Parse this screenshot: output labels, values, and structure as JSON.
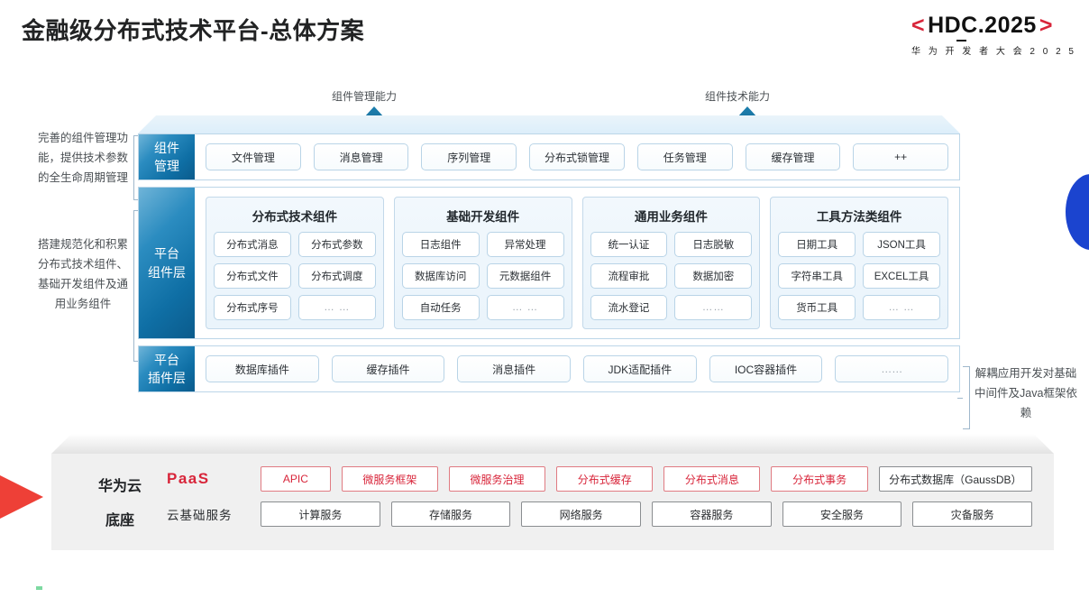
{
  "header": {
    "title": "金融级分布式技术平台-总体方案",
    "logo_bracket_left": "<",
    "logo_bracket_right": ">",
    "logo_main": "HDC.2025",
    "logo_sub": "华 为 开 发 者 大 会 2 0 2 5",
    "brand_red": "#d8253a"
  },
  "arrows": [
    {
      "label": "组件管理能力"
    },
    {
      "label": "组件技术能力"
    }
  ],
  "side_notes": {
    "left_top": "完善的组件管理功能，提供技术参数的全生命周期管理",
    "left_bottom": "搭建规范化和积累分布式技术组件、基础开发组件及通用业务组件",
    "right": "解耦应用开发对基础中间件及Java框架依赖"
  },
  "layers": [
    {
      "name": "component-management",
      "head_line1": "组件",
      "head_line2": "管理",
      "items": [
        "文件管理",
        "消息管理",
        "序列管理",
        "分布式锁管理",
        "任务管理",
        "缓存管理",
        "++"
      ]
    },
    {
      "name": "platform-plugin",
      "head_line1": "平台",
      "head_line2": "插件层",
      "items": [
        "数据库插件",
        "缓存插件",
        "消息插件",
        "JDK适配插件",
        "IOC容器插件",
        "……"
      ]
    }
  ],
  "component_layer": {
    "head_line1": "平台",
    "head_line2": "组件层",
    "groups": [
      {
        "title": "分布式技术组件",
        "cells": [
          "分布式消息",
          "分布式参数",
          "分布式文件",
          "分布式调度",
          "分布式序号",
          "… …"
        ]
      },
      {
        "title": "基础开发组件",
        "cells": [
          "日志组件",
          "异常处理",
          "数据库访问",
          "元数据组件",
          "自动任务",
          "… …"
        ]
      },
      {
        "title": "通用业务组件",
        "cells": [
          "统一认证",
          "日志脱敏",
          "流程审批",
          "数据加密",
          "流水登记",
          "……"
        ]
      },
      {
        "title": "工具方法类组件",
        "cells": [
          "日期工具",
          "JSON工具",
          "字符串工具",
          "EXCEL工具",
          "货币工具",
          "… …"
        ]
      }
    ]
  },
  "foundation": {
    "title_line1": "华为云",
    "title_line2": "底座",
    "paas_label": "PaaS",
    "cloud_label": "云基础服务",
    "paas_services": [
      {
        "label": "APIC",
        "style": "red",
        "flex": 0.72
      },
      {
        "label": "微服务框架",
        "style": "red",
        "flex": 1
      },
      {
        "label": "微服务治理",
        "style": "red",
        "flex": 1
      },
      {
        "label": "分布式缓存",
        "style": "red",
        "flex": 1
      },
      {
        "label": "分布式消息",
        "style": "red",
        "flex": 1
      },
      {
        "label": "分布式事务",
        "style": "red",
        "flex": 1
      },
      {
        "label": "分布式数据库（GaussDB）",
        "style": "gray",
        "flex": 1.6
      }
    ],
    "cloud_services": [
      {
        "label": "计算服务",
        "style": "gray",
        "flex": 1
      },
      {
        "label": "存储服务",
        "style": "gray",
        "flex": 1
      },
      {
        "label": "网络服务",
        "style": "gray",
        "flex": 1
      },
      {
        "label": "容器服务",
        "style": "gray",
        "flex": 1
      },
      {
        "label": "安全服务",
        "style": "gray",
        "flex": 1
      },
      {
        "label": "灾备服务",
        "style": "gray",
        "flex": 1
      }
    ]
  }
}
